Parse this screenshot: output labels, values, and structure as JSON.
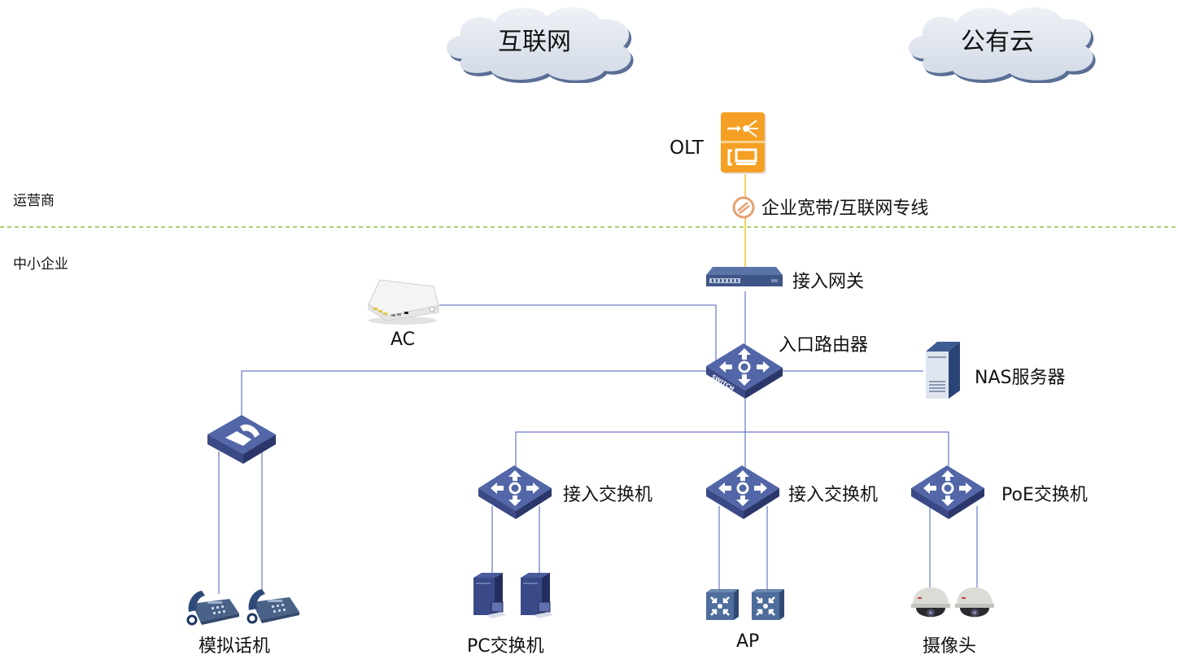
{
  "clouds": {
    "internet": "互联网",
    "public_cloud": "公有云"
  },
  "zones": {
    "carrier": "运营商",
    "enterprise": "中小企业"
  },
  "devices": {
    "olt": "OLT",
    "link": "企业宽带/互联网专线",
    "access_gateway": "接入网关",
    "ac": "AC",
    "edge_router": "入口路由器",
    "nas": "NAS服务器",
    "switch_label": "SWITCH",
    "access_switch_1": "接入交换机",
    "access_switch_2": "接入交换机",
    "poe_switch": "PoE交换机",
    "phones": "模拟话机",
    "pcs": "PC交换机",
    "aps": "AP",
    "cameras": "摄像头"
  },
  "colors": {
    "olt_orange": "#f5a024",
    "link_yellow": "#e8b400",
    "line_blue": "#4a5bc0",
    "zone_divider_green": "#8cc63f",
    "device_navy": "#3f4f8f",
    "cloud_fill": "#dde3ec"
  }
}
